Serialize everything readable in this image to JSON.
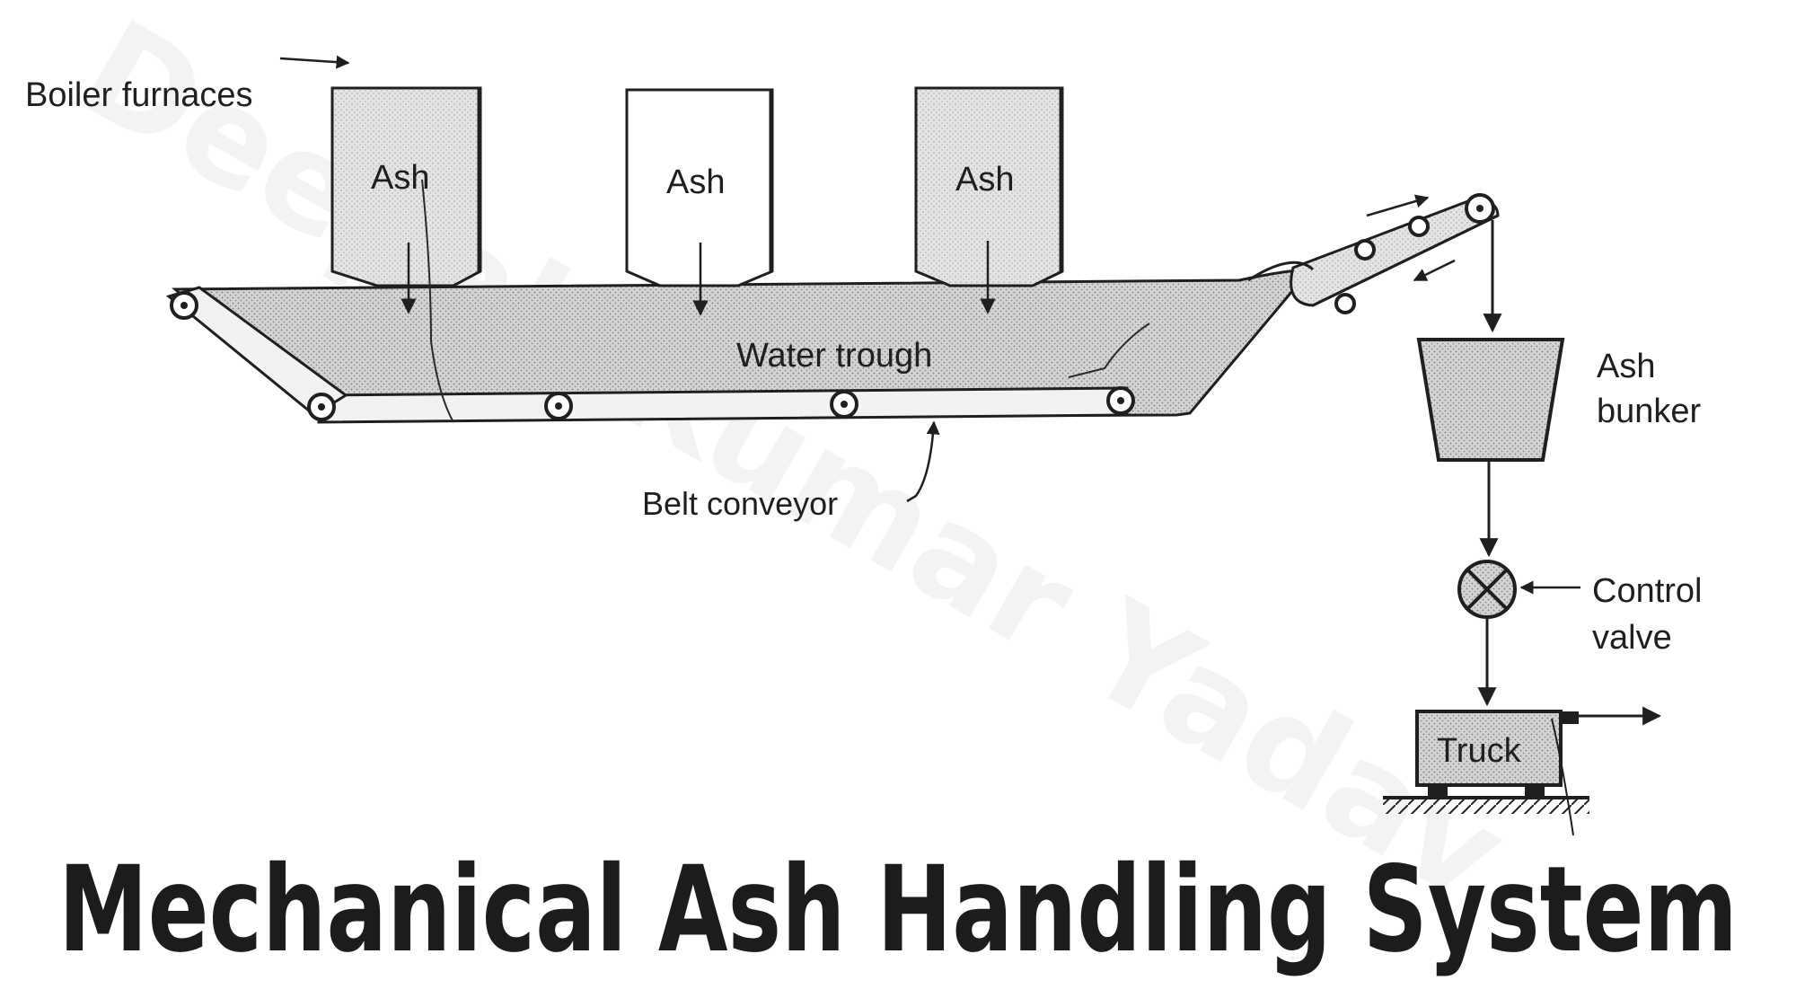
{
  "labels": {
    "boiler_furnaces": "Boiler furnaces",
    "ash": "Ash",
    "water_trough": "Water trough",
    "belt_conveyor": "Belt conveyor",
    "ash_bunker_line1": "Ash",
    "ash_bunker_line2": "bunker",
    "control_valve_line1": "Control",
    "control_valve_line2": "valve",
    "truck": "Truck"
  },
  "title": "Mechanical Ash Handling System",
  "watermark": "Deepak Kumar Yadav",
  "colors": {
    "ink": "#1f1f1f",
    "fill_gray": "#c9c9c9",
    "title": "#1c1c1c"
  }
}
